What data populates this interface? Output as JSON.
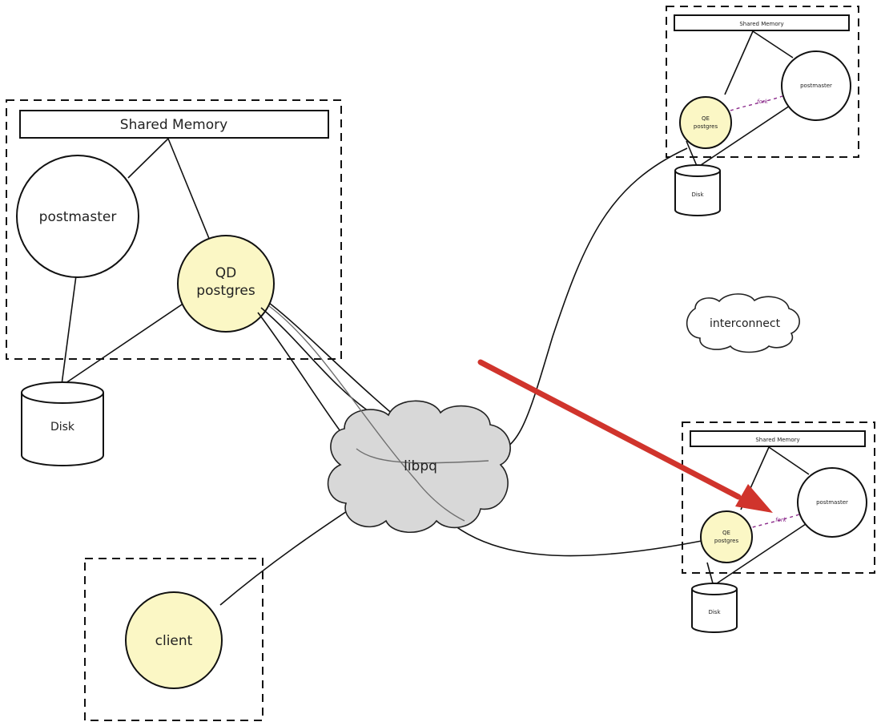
{
  "master": {
    "shared_memory": "Shared Memory",
    "postmaster": "postmaster",
    "qd_line1": "QD",
    "qd_line2": "postgres",
    "disk": "Disk"
  },
  "libpq": "libpq",
  "interconnect": "interconnect",
  "client": "client",
  "segment_top": {
    "shared_memory": "Shared Memory",
    "postmaster": "postmaster",
    "qe_line1": "QE",
    "qe_line2": "postgres",
    "fork": "fork",
    "disk": "Disk"
  },
  "segment_bottom": {
    "shared_memory": "Shared Memory",
    "postmaster": "postmaster",
    "qe_line1": "QE",
    "qe_line2": "postgres",
    "fork": "fork",
    "disk": "Disk"
  },
  "colors": {
    "process_fill": "#fbf7c5",
    "cloud_fill": "#d8d8d8",
    "fork_line": "#8b2a8b",
    "arrow": "#d0342c"
  }
}
